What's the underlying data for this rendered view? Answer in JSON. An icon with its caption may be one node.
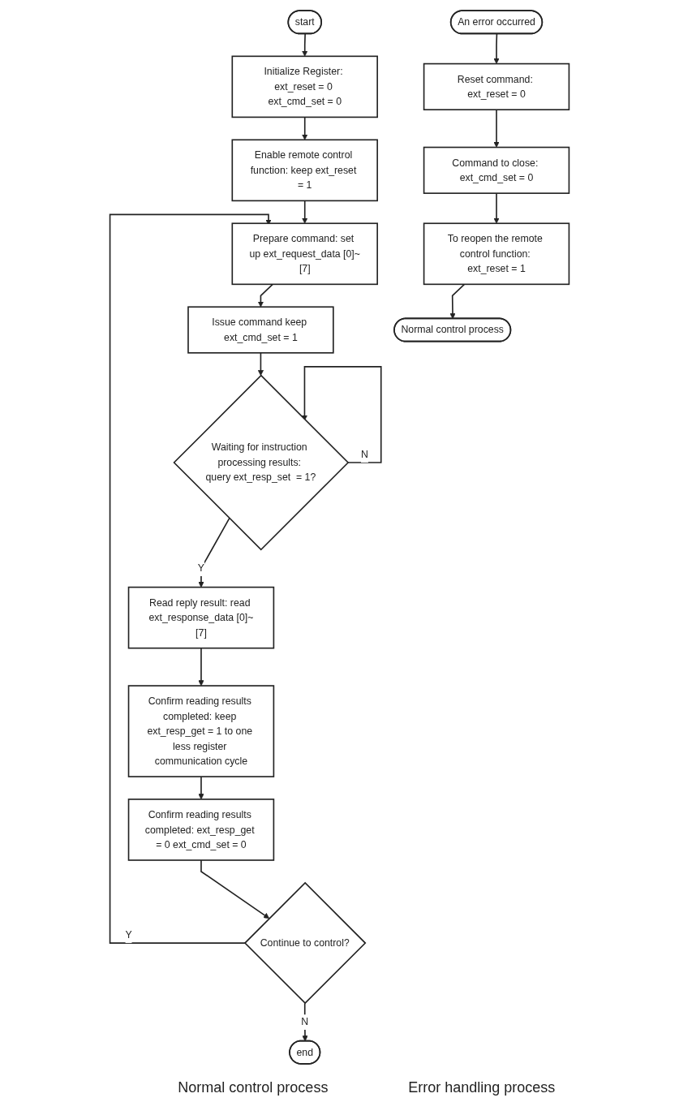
{
  "diagram": {
    "nodes": [
      {
        "text": [
          "start"
        ]
      },
      {
        "text": [
          "Initialize Register: ext_reset = 0 ext_cmd_set = 0"
        ]
      },
      {
        "text": [
          "Enable remote control function: keep ext_reset = 1"
        ]
      },
      {
        "text": [
          "Prepare command: set up ext_request_data [0]~[7]"
        ]
      },
      {
        "text": [
          "Issue command keep ext_cmd_set = 1"
        ]
      },
      {
        "text": [
          "Waiting for instruction processing results: query ext_resp_set  = 1?"
        ]
      },
      {
        "text": [
          "Read reply result: read ext_response_data [0]~[7]"
        ]
      },
      {
        "text": [
          "Confirm reading results completed: keep ext_resp_get = 1 to one less register communication cycle"
        ]
      },
      {
        "text": [
          "Confirm reading results completed: ext_resp_get = 0 ext_cmd_set = 0"
        ]
      },
      {
        "text": [
          "Continue to control?"
        ]
      },
      {
        "text": [
          "end"
        ]
      },
      {
        "text": [
          "An error occurred"
        ]
      },
      {
        "text": [
          "Reset command: ext_reset = 0"
        ]
      },
      {
        "text": [
          "Command to close: ext_cmd_set = 0"
        ]
      },
      {
        "text": [
          "To reopen the remote control function: ext_reset = 1"
        ]
      },
      {
        "text": [
          "Normal control process"
        ]
      }
    ],
    "edges": [
      {
        "from": 0,
        "to": 1,
        "arrow": "to"
      },
      {
        "from": 1,
        "to": 2,
        "arrow": "to"
      },
      {
        "from": 2,
        "to": 3,
        "arrow": "to"
      },
      {
        "from": 3,
        "to": 4,
        "arrow": "to"
      },
      {
        "from": 4,
        "to": 5,
        "arrow": "to"
      },
      {
        "from": 5,
        "to": 5,
        "arrow": "to",
        "label": "N"
      },
      {
        "from": 5,
        "to": 6,
        "arrow": "to",
        "label": "Y"
      },
      {
        "from": 6,
        "to": 7,
        "arrow": "to"
      },
      {
        "from": 7,
        "to": 8,
        "arrow": "to"
      },
      {
        "from": 8,
        "to": 9,
        "arrow": "to"
      },
      {
        "from": 9,
        "to": 3,
        "arrow": "to",
        "label": "Y"
      },
      {
        "from": 9,
        "to": 10,
        "arrow": "to",
        "label": "N"
      },
      {
        "from": 11,
        "to": 12,
        "arrow": "to"
      },
      {
        "from": 12,
        "to": 13,
        "arrow": "to"
      },
      {
        "from": 13,
        "to": 14,
        "arrow": "to"
      },
      {
        "from": 14,
        "to": 15,
        "arrow": "to"
      }
    ],
    "labels": [
      "Normal control process",
      "Error handling process"
    ]
  }
}
